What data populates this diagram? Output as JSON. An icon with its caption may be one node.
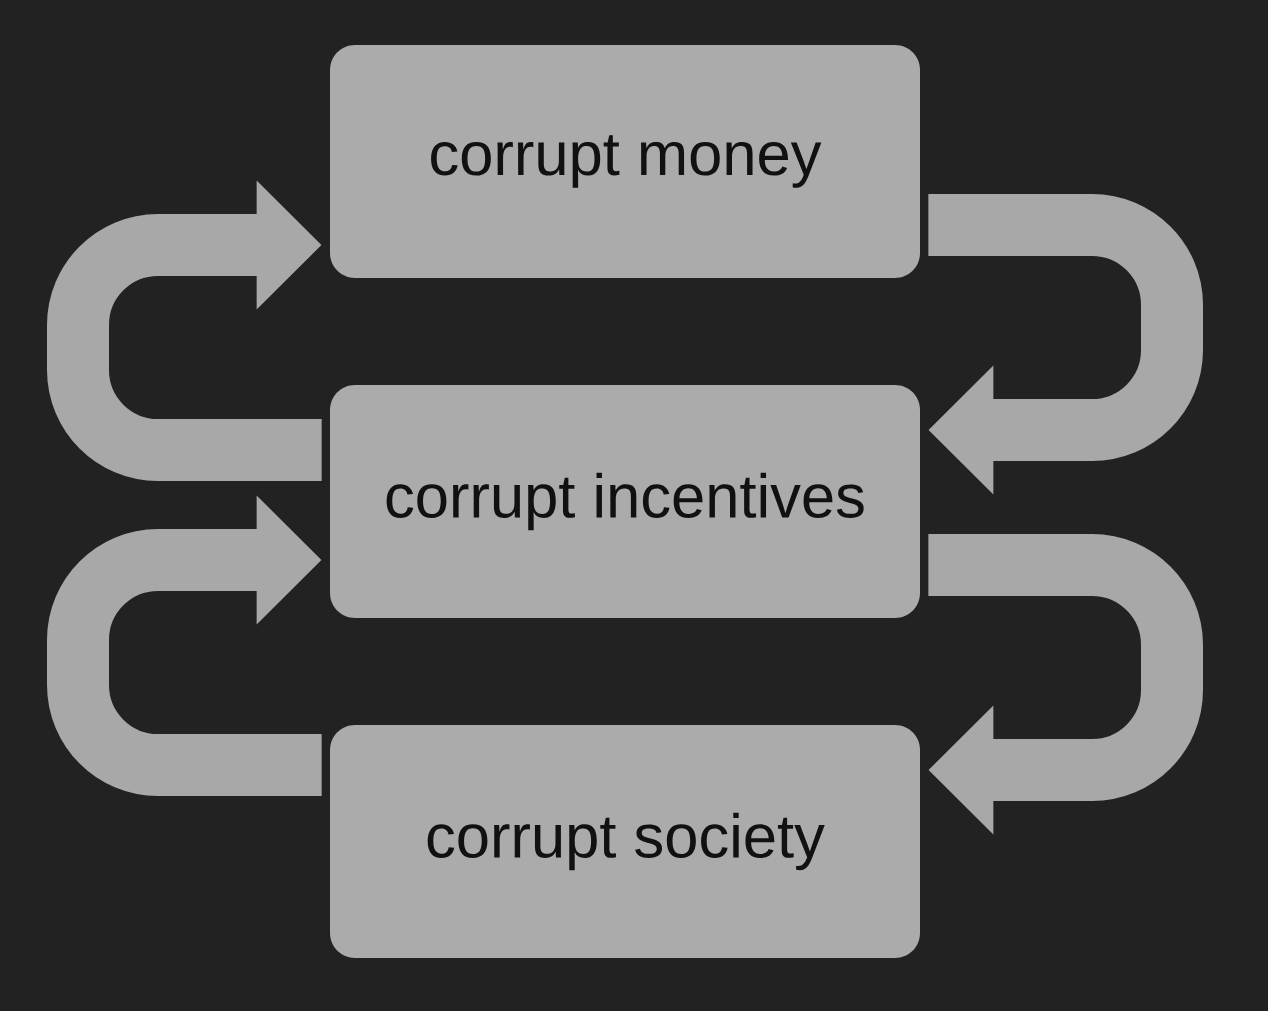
{
  "diagram": {
    "nodes": [
      {
        "text": [
          "corrupt money"
        ]
      },
      {
        "text": [
          "corrupt incentives"
        ]
      },
      {
        "text": [
          "corrupt society"
        ]
      }
    ],
    "edges": [
      {
        "from": 0,
        "to": 1,
        "arrow": "to"
      },
      {
        "from": 1,
        "to": 0,
        "arrow": "to"
      },
      {
        "from": 1,
        "to": 2,
        "arrow": "to"
      },
      {
        "from": 2,
        "to": 1,
        "arrow": "to"
      }
    ]
  }
}
